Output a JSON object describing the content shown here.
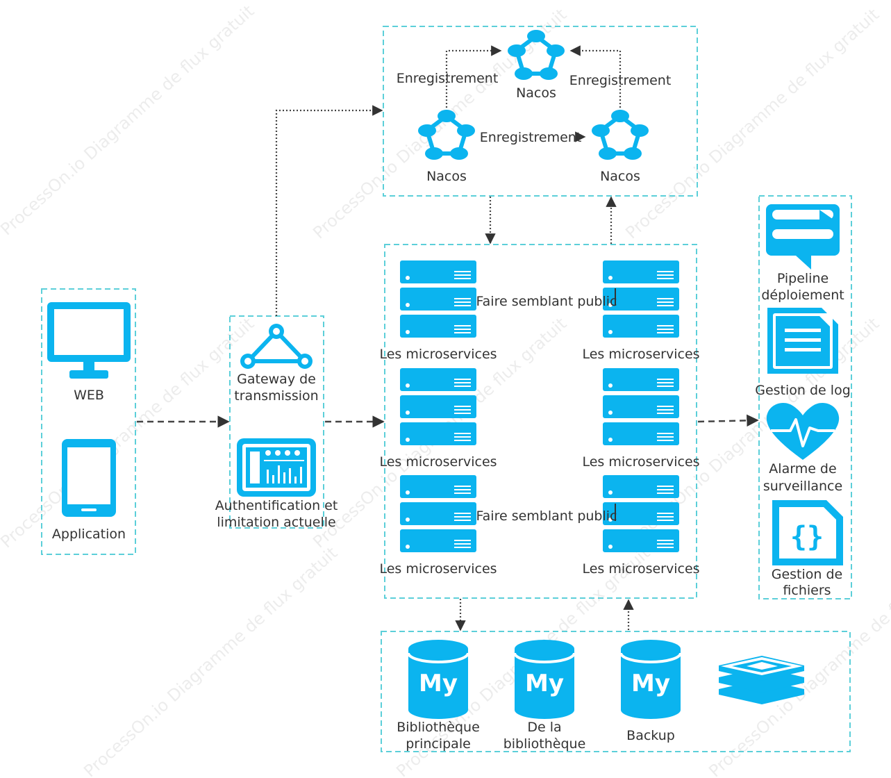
{
  "watermark": "ProcessOn.io Diagramme de flux gratuit",
  "clients": {
    "web": "WEB",
    "app": "Application"
  },
  "gateway": {
    "transmission": [
      "Gateway de",
      "transmission"
    ],
    "auth": [
      "Authentification et",
      "limitation actuelle"
    ]
  },
  "registry": {
    "node": "Nacos",
    "register": "Enregistrement"
  },
  "services": {
    "microservice": "Les microservices",
    "feign": "Faire semblant public"
  },
  "ops": {
    "pipeline": [
      "Pipeline",
      "déploiement"
    ],
    "log": "Gestion de log",
    "alarm": [
      "Alarme de",
      "surveillance"
    ],
    "files": [
      "Gestion de",
      "fichiers"
    ]
  },
  "databases": {
    "mysql_text": "My",
    "main": [
      "Bibliothèque",
      "principale"
    ],
    "slave": [
      "De la",
      "bibliothèque"
    ],
    "backup": "Backup"
  },
  "colors": {
    "icon": "#0bb4ef",
    "group_border": "#5ccfd9",
    "arrow": "#444444"
  }
}
